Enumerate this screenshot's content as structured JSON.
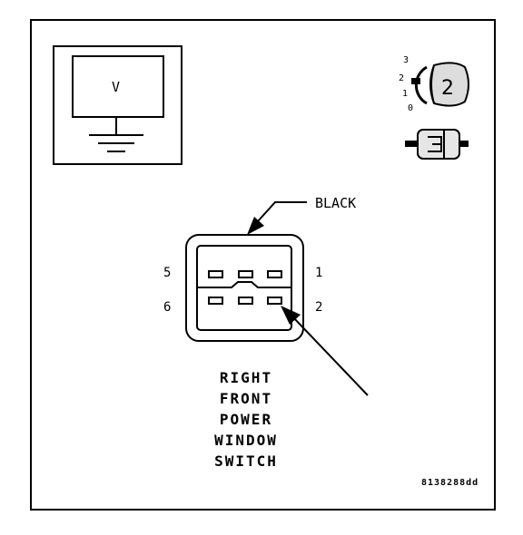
{
  "meter": {
    "display": "V"
  },
  "ignition": {
    "positions": [
      "3",
      "2",
      "1",
      "0"
    ],
    "key_number": "2"
  },
  "connector": {
    "color_label": "BLACK",
    "pins": {
      "left_top": "5",
      "left_bottom": "6",
      "right_top": "1",
      "right_bottom": "2"
    }
  },
  "caption": [
    "RIGHT",
    "FRONT",
    "POWER",
    "WINDOW",
    "SWITCH"
  ],
  "figure_ref": "8138288dd"
}
